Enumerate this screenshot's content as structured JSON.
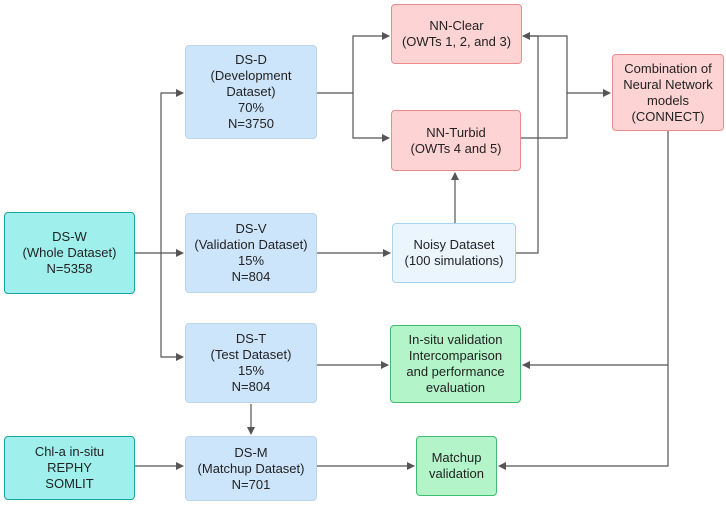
{
  "nodes": {
    "ds_w": {
      "lines": [
        "DS-W",
        "(Whole Dataset)",
        "N=5358"
      ]
    },
    "ds_d": {
      "lines": [
        "DS-D",
        "(Development",
        "Dataset)",
        "70%",
        "N=3750"
      ]
    },
    "ds_v": {
      "lines": [
        "DS-V",
        "(Validation Dataset)",
        "15%",
        "N=804"
      ]
    },
    "ds_t": {
      "lines": [
        "DS-T",
        "(Test Dataset)",
        "15%",
        "N=804"
      ]
    },
    "ds_m": {
      "lines": [
        "DS-M",
        "(Matchup Dataset)",
        "N=701"
      ]
    },
    "chla": {
      "lines": [
        "Chl-a in-situ",
        "REPHY",
        "SOMLIT"
      ]
    },
    "nn_clear": {
      "lines": [
        "NN-Clear",
        "(OWTs 1, 2, and 3)"
      ]
    },
    "nn_turbid": {
      "lines": [
        "NN-Turbid",
        "(OWTs 4 and 5)"
      ]
    },
    "noisy": {
      "lines": [
        "Noisy Dataset",
        "(100 simulations)"
      ]
    },
    "connect": {
      "lines": [
        "Combination of",
        "Neural Network",
        "models",
        "(CONNECT)"
      ]
    },
    "insitu_val": {
      "lines": [
        "In-situ validation",
        "Intercomparison",
        "and performance",
        "evaluation"
      ]
    },
    "matchup_val": {
      "lines": [
        "Matchup",
        "validation"
      ]
    }
  },
  "colors": {
    "dataset_fill": "#cde5fb",
    "source_fill": "#9ff0ec",
    "model_fill": "#fdd3d3",
    "validation_fill": "#b3f5c9",
    "noisy_fill": "#eaf5fe",
    "connector": "#555555"
  }
}
